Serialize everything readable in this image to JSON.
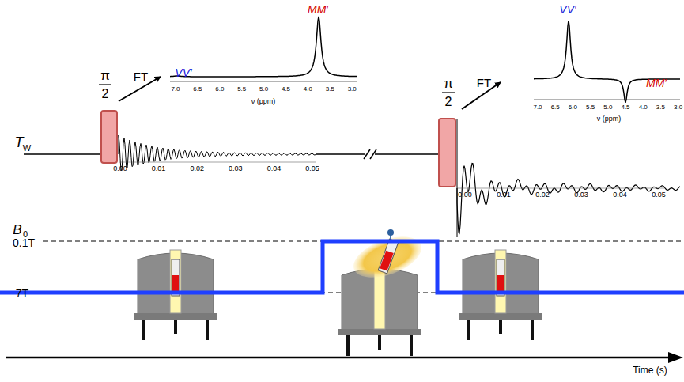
{
  "diagram": {
    "labels": [
      "π",
      "2",
      "FT",
      "VV′",
      "MM′",
      "7.0",
      "6.5",
      "6.0",
      "5.5",
      "5.0",
      "4.5",
      "4.0",
      "3.5",
      "3.0",
      "ν (ppm)",
      "T",
      "W",
      "0.00",
      "0.01",
      "0.02",
      "0.03",
      "0.04",
      "0.05",
      "π",
      "2",
      "FT",
      "VV′",
      "MM′",
      "7.0",
      "6.5",
      "6.0",
      "5.5",
      "5.0",
      "4.5",
      "4.0",
      "3.5",
      "3.0",
      "ν (ppm)",
      "0.00",
      "0.01",
      "0.02",
      "0.03",
      "0.04",
      "0.05",
      "B",
      "0",
      "0.1T",
      "7T",
      "Time (s)"
    ]
  }
}
